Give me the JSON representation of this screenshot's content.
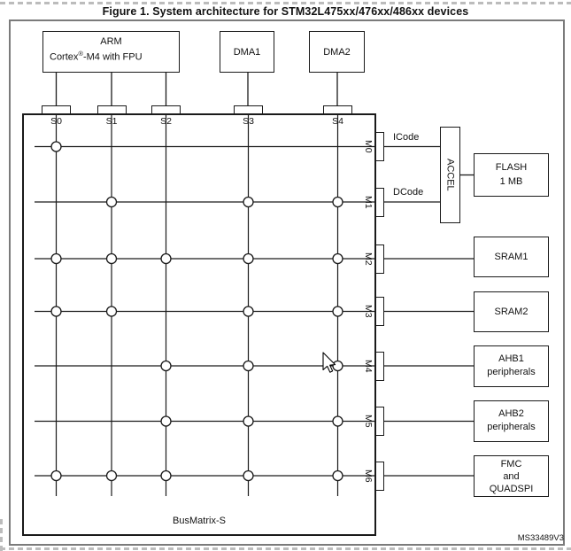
{
  "title": "Figure 1. System architecture for STM32L475xx/476xx/486xx devices",
  "figure_code": "MS33489V3",
  "masters": {
    "arm": {
      "title": "ARM",
      "sub_pre": "Cortex",
      "sub_sup": "®",
      "sub_post": "-M4 with FPU"
    },
    "dma1": "DMA1",
    "dma2": "DMA2"
  },
  "bus_matrix": {
    "label": "BusMatrix-S",
    "slave_ports": [
      "S0",
      "S1",
      "S2",
      "S3",
      "S4"
    ],
    "master_ports": [
      "M0",
      "M1",
      "M2",
      "M3",
      "M4",
      "M5",
      "M6"
    ],
    "connections": {
      "M0": [
        "S0"
      ],
      "M1": [
        "S1",
        "S3",
        "S4"
      ],
      "M2": [
        "S0",
        "S1",
        "S2",
        "S3",
        "S4"
      ],
      "M3": [
        "S0",
        "S1",
        "S3",
        "S4"
      ],
      "M4": [
        "S2",
        "S3",
        "S4"
      ],
      "M5": [
        "S2",
        "S3",
        "S4"
      ],
      "M6": [
        "S0",
        "S1",
        "S2",
        "S3",
        "S4"
      ]
    }
  },
  "buses": {
    "icode": "ICode",
    "dcode": "DCode"
  },
  "accel": {
    "label": "ACCEL"
  },
  "peripherals": {
    "flash": [
      "FLASH",
      "1 MB"
    ],
    "sram1": [
      "SRAM1"
    ],
    "sram2": [
      "SRAM2"
    ],
    "ahb1": [
      "AHB1",
      "peripherals"
    ],
    "ahb2": [
      "AHB2",
      "peripherals"
    ],
    "fmc": [
      "FMC",
      "and",
      "QUADSPI"
    ]
  },
  "colors": {
    "line": "#1a1a1a",
    "outer_border": "#7b7b7b",
    "page_dash": "#bcbcbc",
    "node_fill": "#ffffff"
  }
}
